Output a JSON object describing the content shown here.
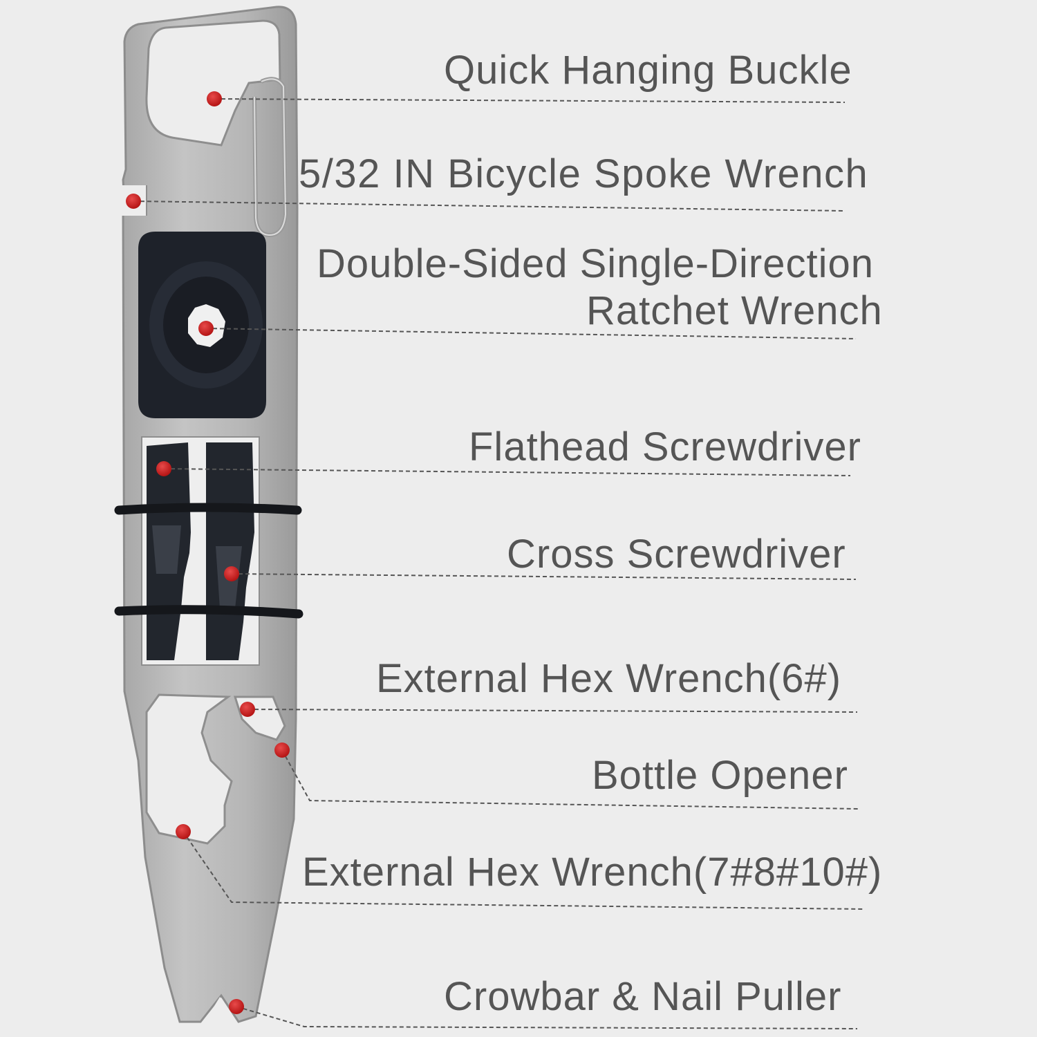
{
  "colors": {
    "background": "#ededed",
    "tool_body": "#b9b9b9",
    "tool_edge": "#8c8c8c",
    "ratchet": "#1e222a",
    "bits": "#22262d",
    "marker": "#c51a1a",
    "leader_line": "#555555",
    "label_text": "#555555"
  },
  "callouts": [
    {
      "id": "quick-hanging-buckle",
      "text": "Quick Hanging Buckle"
    },
    {
      "id": "bicycle-spoke-wrench",
      "text": "5/32 IN Bicycle Spoke Wrench"
    },
    {
      "id": "ratchet-wrench",
      "text": "Double-Sided Single-Direction",
      "text2": "Ratchet Wrench"
    },
    {
      "id": "flathead-screwdriver",
      "text": "Flathead Screwdriver"
    },
    {
      "id": "cross-screwdriver",
      "text": "Cross Screwdriver"
    },
    {
      "id": "external-hex-wrench-6",
      "text": "External Hex Wrench(6#)"
    },
    {
      "id": "bottle-opener",
      "text": "Bottle Opener"
    },
    {
      "id": "external-hex-wrench-7-8-10",
      "text": "External Hex Wrench(7#8#10#)"
    },
    {
      "id": "crowbar-nail-puller",
      "text": "Crowbar & Nail Puller"
    }
  ]
}
